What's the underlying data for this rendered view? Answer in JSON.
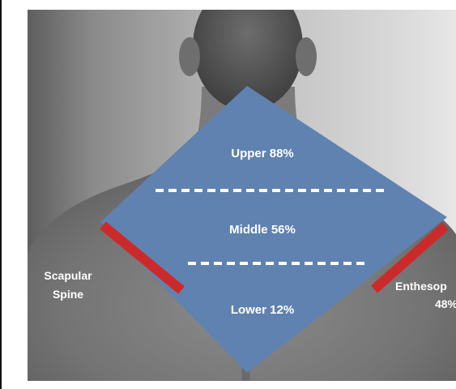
{
  "figure": {
    "zones": {
      "upper": "Upper 88%",
      "middle": "Middle 56%",
      "lower": "Lower 12%"
    },
    "left_label": [
      "Scapular",
      "Spine"
    ],
    "right_label": [
      "Enthesop",
      "48%"
    ]
  },
  "colors": {
    "diamond_fill": "#5f82b0",
    "bar_red": "#cc2a2a",
    "text": "#ffffff",
    "divider": "#ffffff"
  }
}
